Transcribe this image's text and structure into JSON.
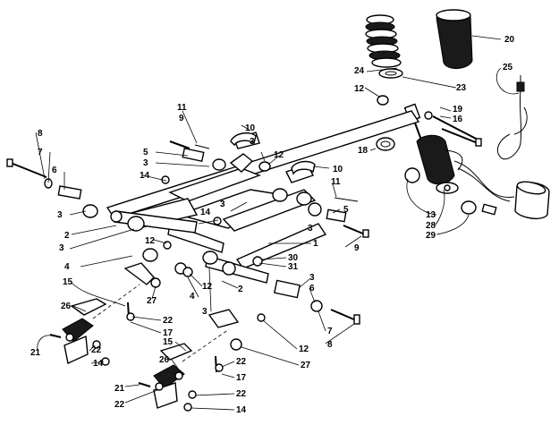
{
  "diagram": {
    "type": "exploded-parts-view",
    "callouts": [
      {
        "id": "c20",
        "label": "20"
      },
      {
        "id": "c24",
        "label": "24"
      },
      {
        "id": "c23",
        "label": "23"
      },
      {
        "id": "c25",
        "label": "25"
      },
      {
        "id": "c12a",
        "label": "12"
      },
      {
        "id": "c19",
        "label": "19"
      },
      {
        "id": "c16",
        "label": "16"
      },
      {
        "id": "c18",
        "label": "18"
      },
      {
        "id": "c13",
        "label": "13"
      },
      {
        "id": "c28",
        "label": "28"
      },
      {
        "id": "c29",
        "label": "29"
      },
      {
        "id": "c11a",
        "label": "11"
      },
      {
        "id": "c9a",
        "label": "9"
      },
      {
        "id": "c10a",
        "label": "10"
      },
      {
        "id": "c5a",
        "label": "5"
      },
      {
        "id": "c3a",
        "label": "3"
      },
      {
        "id": "c3b",
        "label": "3"
      },
      {
        "id": "c12b",
        "label": "12"
      },
      {
        "id": "c10b",
        "label": "10"
      },
      {
        "id": "c8a",
        "label": "8"
      },
      {
        "id": "c7a",
        "label": "7"
      },
      {
        "id": "c6a",
        "label": "6"
      },
      {
        "id": "c14a",
        "label": "14"
      },
      {
        "id": "c11b",
        "label": "11"
      },
      {
        "id": "c5b",
        "label": "5"
      },
      {
        "id": "c3c",
        "label": "3"
      },
      {
        "id": "c14b",
        "label": "14"
      },
      {
        "id": "c3d",
        "label": "3"
      },
      {
        "id": "c3e",
        "label": "3"
      },
      {
        "id": "c1",
        "label": "1"
      },
      {
        "id": "c9b",
        "label": "9"
      },
      {
        "id": "c2a",
        "label": "2"
      },
      {
        "id": "c3f",
        "label": "3"
      },
      {
        "id": "c12c",
        "label": "12"
      },
      {
        "id": "c4a",
        "label": "4"
      },
      {
        "id": "c30",
        "label": "30"
      },
      {
        "id": "c31",
        "label": "31"
      },
      {
        "id": "c2b",
        "label": "2"
      },
      {
        "id": "c15a",
        "label": "15"
      },
      {
        "id": "c12d",
        "label": "12"
      },
      {
        "id": "c27a",
        "label": "27"
      },
      {
        "id": "c4b",
        "label": "4"
      },
      {
        "id": "c3g",
        "label": "3"
      },
      {
        "id": "c3h",
        "label": "3"
      },
      {
        "id": "c6b",
        "label": "6"
      },
      {
        "id": "c26a",
        "label": "26"
      },
      {
        "id": "c22a",
        "label": "22"
      },
      {
        "id": "c7b",
        "label": "7"
      },
      {
        "id": "c17a",
        "label": "17"
      },
      {
        "id": "c8b",
        "label": "8"
      },
      {
        "id": "c15b",
        "label": "15"
      },
      {
        "id": "c21a",
        "label": "21"
      },
      {
        "id": "c22b",
        "label": "22"
      },
      {
        "id": "c14c",
        "label": "14"
      },
      {
        "id": "c12e",
        "label": "12"
      },
      {
        "id": "c26b",
        "label": "26"
      },
      {
        "id": "c22c",
        "label": "22"
      },
      {
        "id": "c27b",
        "label": "27"
      },
      {
        "id": "c17b",
        "label": "17"
      },
      {
        "id": "c21b",
        "label": "21"
      },
      {
        "id": "c22d",
        "label": "22"
      },
      {
        "id": "c22e",
        "label": "22"
      },
      {
        "id": "c14d",
        "label": "14"
      }
    ]
  }
}
